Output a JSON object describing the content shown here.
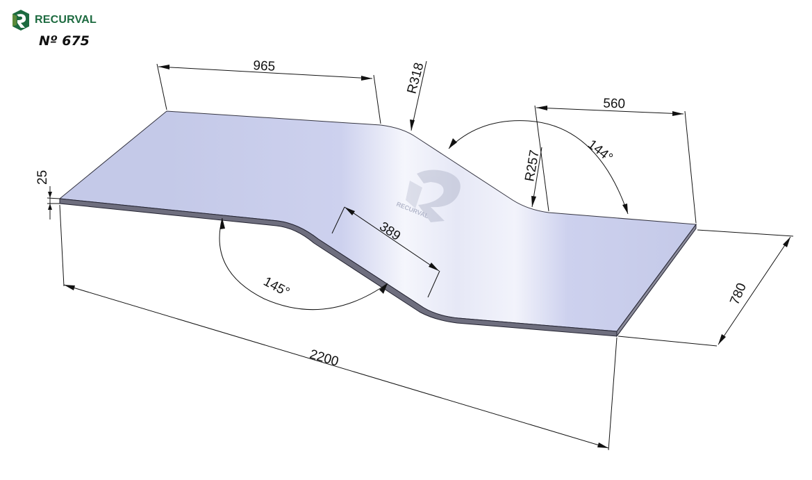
{
  "brand": {
    "name": "RECURVAL",
    "logo_icon": "recurval-logo-icon",
    "colors": {
      "primary": "#1c6a3f",
      "secondary": "#5a8a3a"
    }
  },
  "part_number": "Nº 675",
  "watermark": {
    "text": "RECURVAL",
    "icon": "recurval-watermark-icon"
  },
  "dimensions": {
    "left_flat_length": "965",
    "upper_bend_radius": "R318",
    "right_flat_length": "560",
    "lower_bend_radius": "R257",
    "upper_angle": "144°",
    "thickness": "25",
    "slope_length": "389",
    "lower_angle": "145°",
    "total_length": "2200",
    "width": "780"
  },
  "colors": {
    "top_surface_light": "#f3f4fb",
    "top_surface_base": "#c6cbea",
    "edge": "#6e6e7e",
    "lines": "#111111"
  }
}
